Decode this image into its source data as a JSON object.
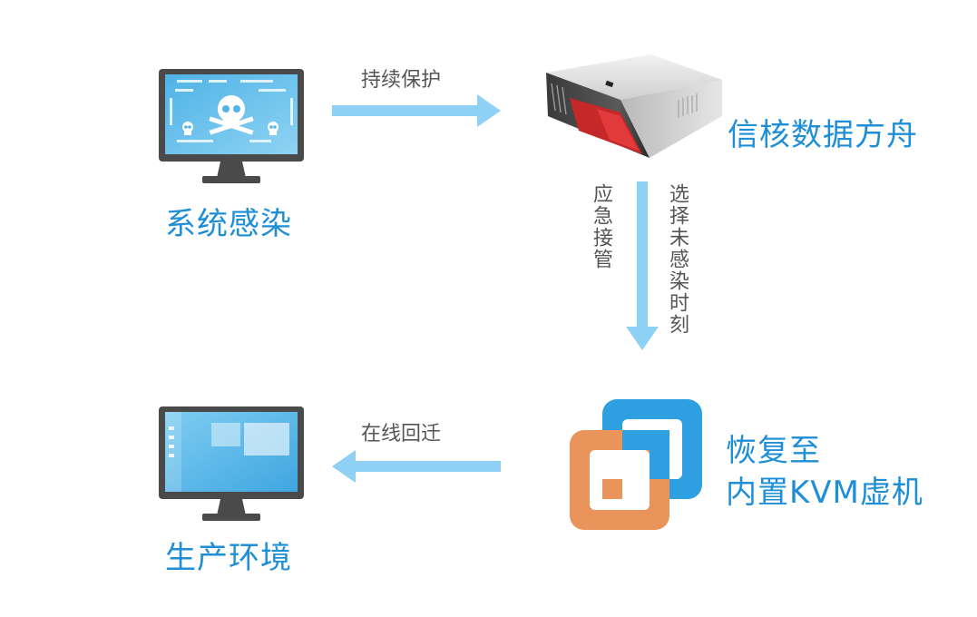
{
  "nodes": {
    "infected": {
      "label": "系统感染",
      "icon": "infected-monitor-icon"
    },
    "ark": {
      "label": "信核数据方舟",
      "icon": "server-rack-icon"
    },
    "kvm": {
      "label_line1": "恢复至",
      "label_line2": "内置KVM虚机",
      "icon": "vmware-logo-icon"
    },
    "production": {
      "label": "生产环境",
      "icon": "monitor-icon"
    }
  },
  "edges": {
    "protect": {
      "label": "持续保护"
    },
    "takeover_left": {
      "label": "应急接管"
    },
    "takeover_right": {
      "label": "选择未感染时刻"
    },
    "migrate": {
      "label": "在线回迁"
    }
  },
  "colors": {
    "accent": "#1e8fd6",
    "arrow": "#8fd0f5",
    "monitor_frame": "#4a4a4a",
    "logo_blue": "#2e9fe0",
    "logo_orange": "#e8945a"
  }
}
